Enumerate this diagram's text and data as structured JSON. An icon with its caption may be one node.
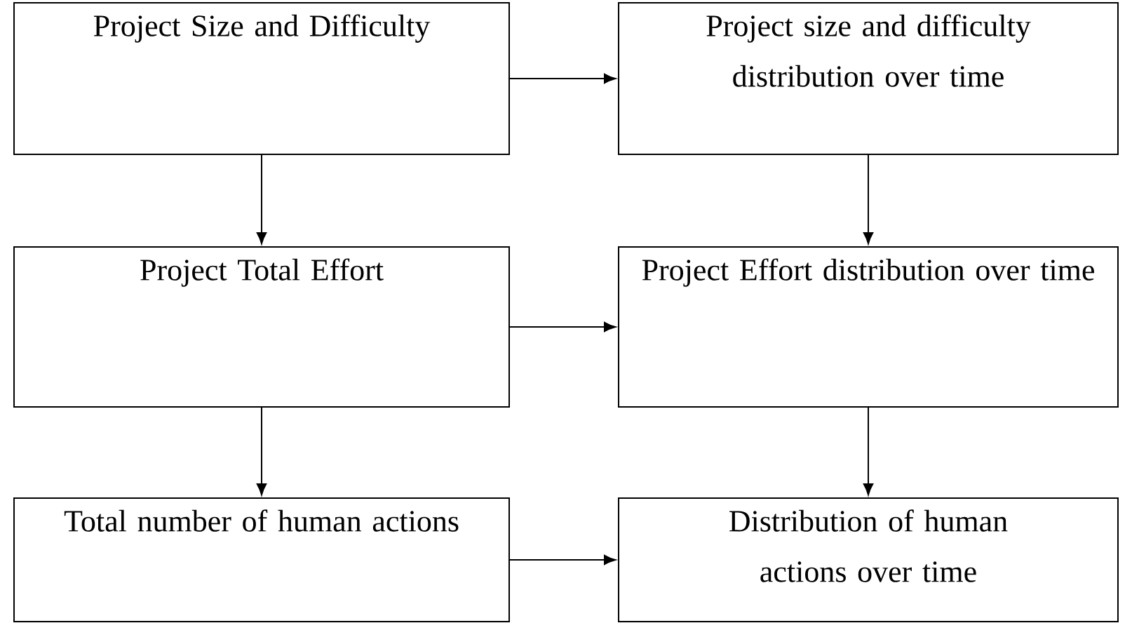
{
  "diagram": {
    "nodes": [
      {
        "text": [
          "Project Size and Difficulty"
        ]
      },
      {
        "text": [
          "Project size and difficulty distribution over time"
        ]
      },
      {
        "text": [
          "Project Total Effort"
        ]
      },
      {
        "text": [
          "Project Effort distribution over time"
        ]
      },
      {
        "text": [
          "Total number of human actions"
        ]
      },
      {
        "text": [
          "Distribution of human actions over time"
        ]
      }
    ],
    "edges": [
      {
        "from": 0,
        "to": 1,
        "arrow": "to"
      },
      {
        "from": 0,
        "to": 2,
        "arrow": "to"
      },
      {
        "from": 1,
        "to": 3,
        "arrow": "to"
      },
      {
        "from": 2,
        "to": 3,
        "arrow": "to"
      },
      {
        "from": 2,
        "to": 4,
        "arrow": "to"
      },
      {
        "from": 3,
        "to": 5,
        "arrow": "to"
      },
      {
        "from": 4,
        "to": 5,
        "arrow": "to"
      }
    ]
  }
}
